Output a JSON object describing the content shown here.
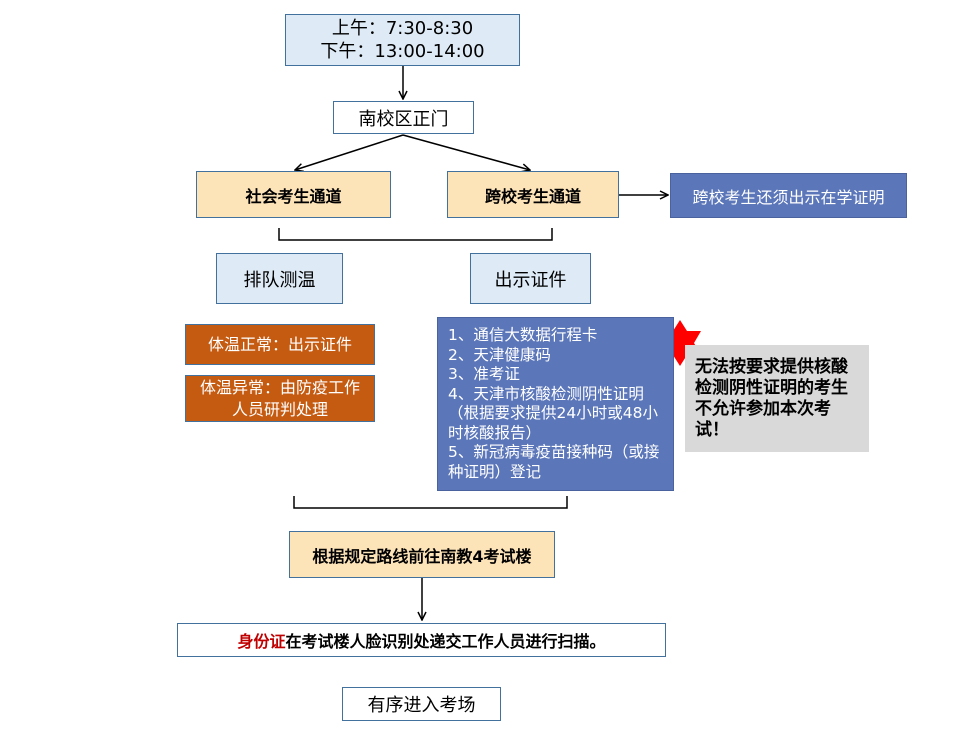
{
  "time": {
    "morning": "上午：7:30-8:30",
    "afternoon": "下午：13:00-14:00"
  },
  "gate": "南校区正门",
  "channels": {
    "social": "社会考生通道",
    "cross": "跨校考生通道",
    "cross_note": "跨校考生还须出示在学证明"
  },
  "steps": {
    "temp": "排队测温",
    "docs": "出示证件"
  },
  "temp_results": {
    "normal": "体温正常：出示证件",
    "abnormal": "体温异常：由防疫工作人员研判处理"
  },
  "docs_list": [
    "1、通信大数据行程卡",
    "2、天津健康码",
    "3、准考证",
    "4、天津市核酸检测阴性证明（根据要求提供24小时或48小时核酸报告）",
    "5、新冠病毒疫苗接种码（或接种证明）登记"
  ],
  "warning": "无法按要求提供核酸检测阴性证明的考生不允许参加本次考试！",
  "route": "根据规定路线前往南教4考试楼",
  "id_check": {
    "highlight": "身份证",
    "rest": "在考试楼人脸识别处递交工作人员进行扫描。"
  },
  "enter": "有序进入考场",
  "colors": {
    "peach": "#fde3b8",
    "light_blue": "#deebf7",
    "blue": "#5b76b9",
    "orange": "#c55a11",
    "gray": "#d9d9d9",
    "star": "#ff0000"
  }
}
